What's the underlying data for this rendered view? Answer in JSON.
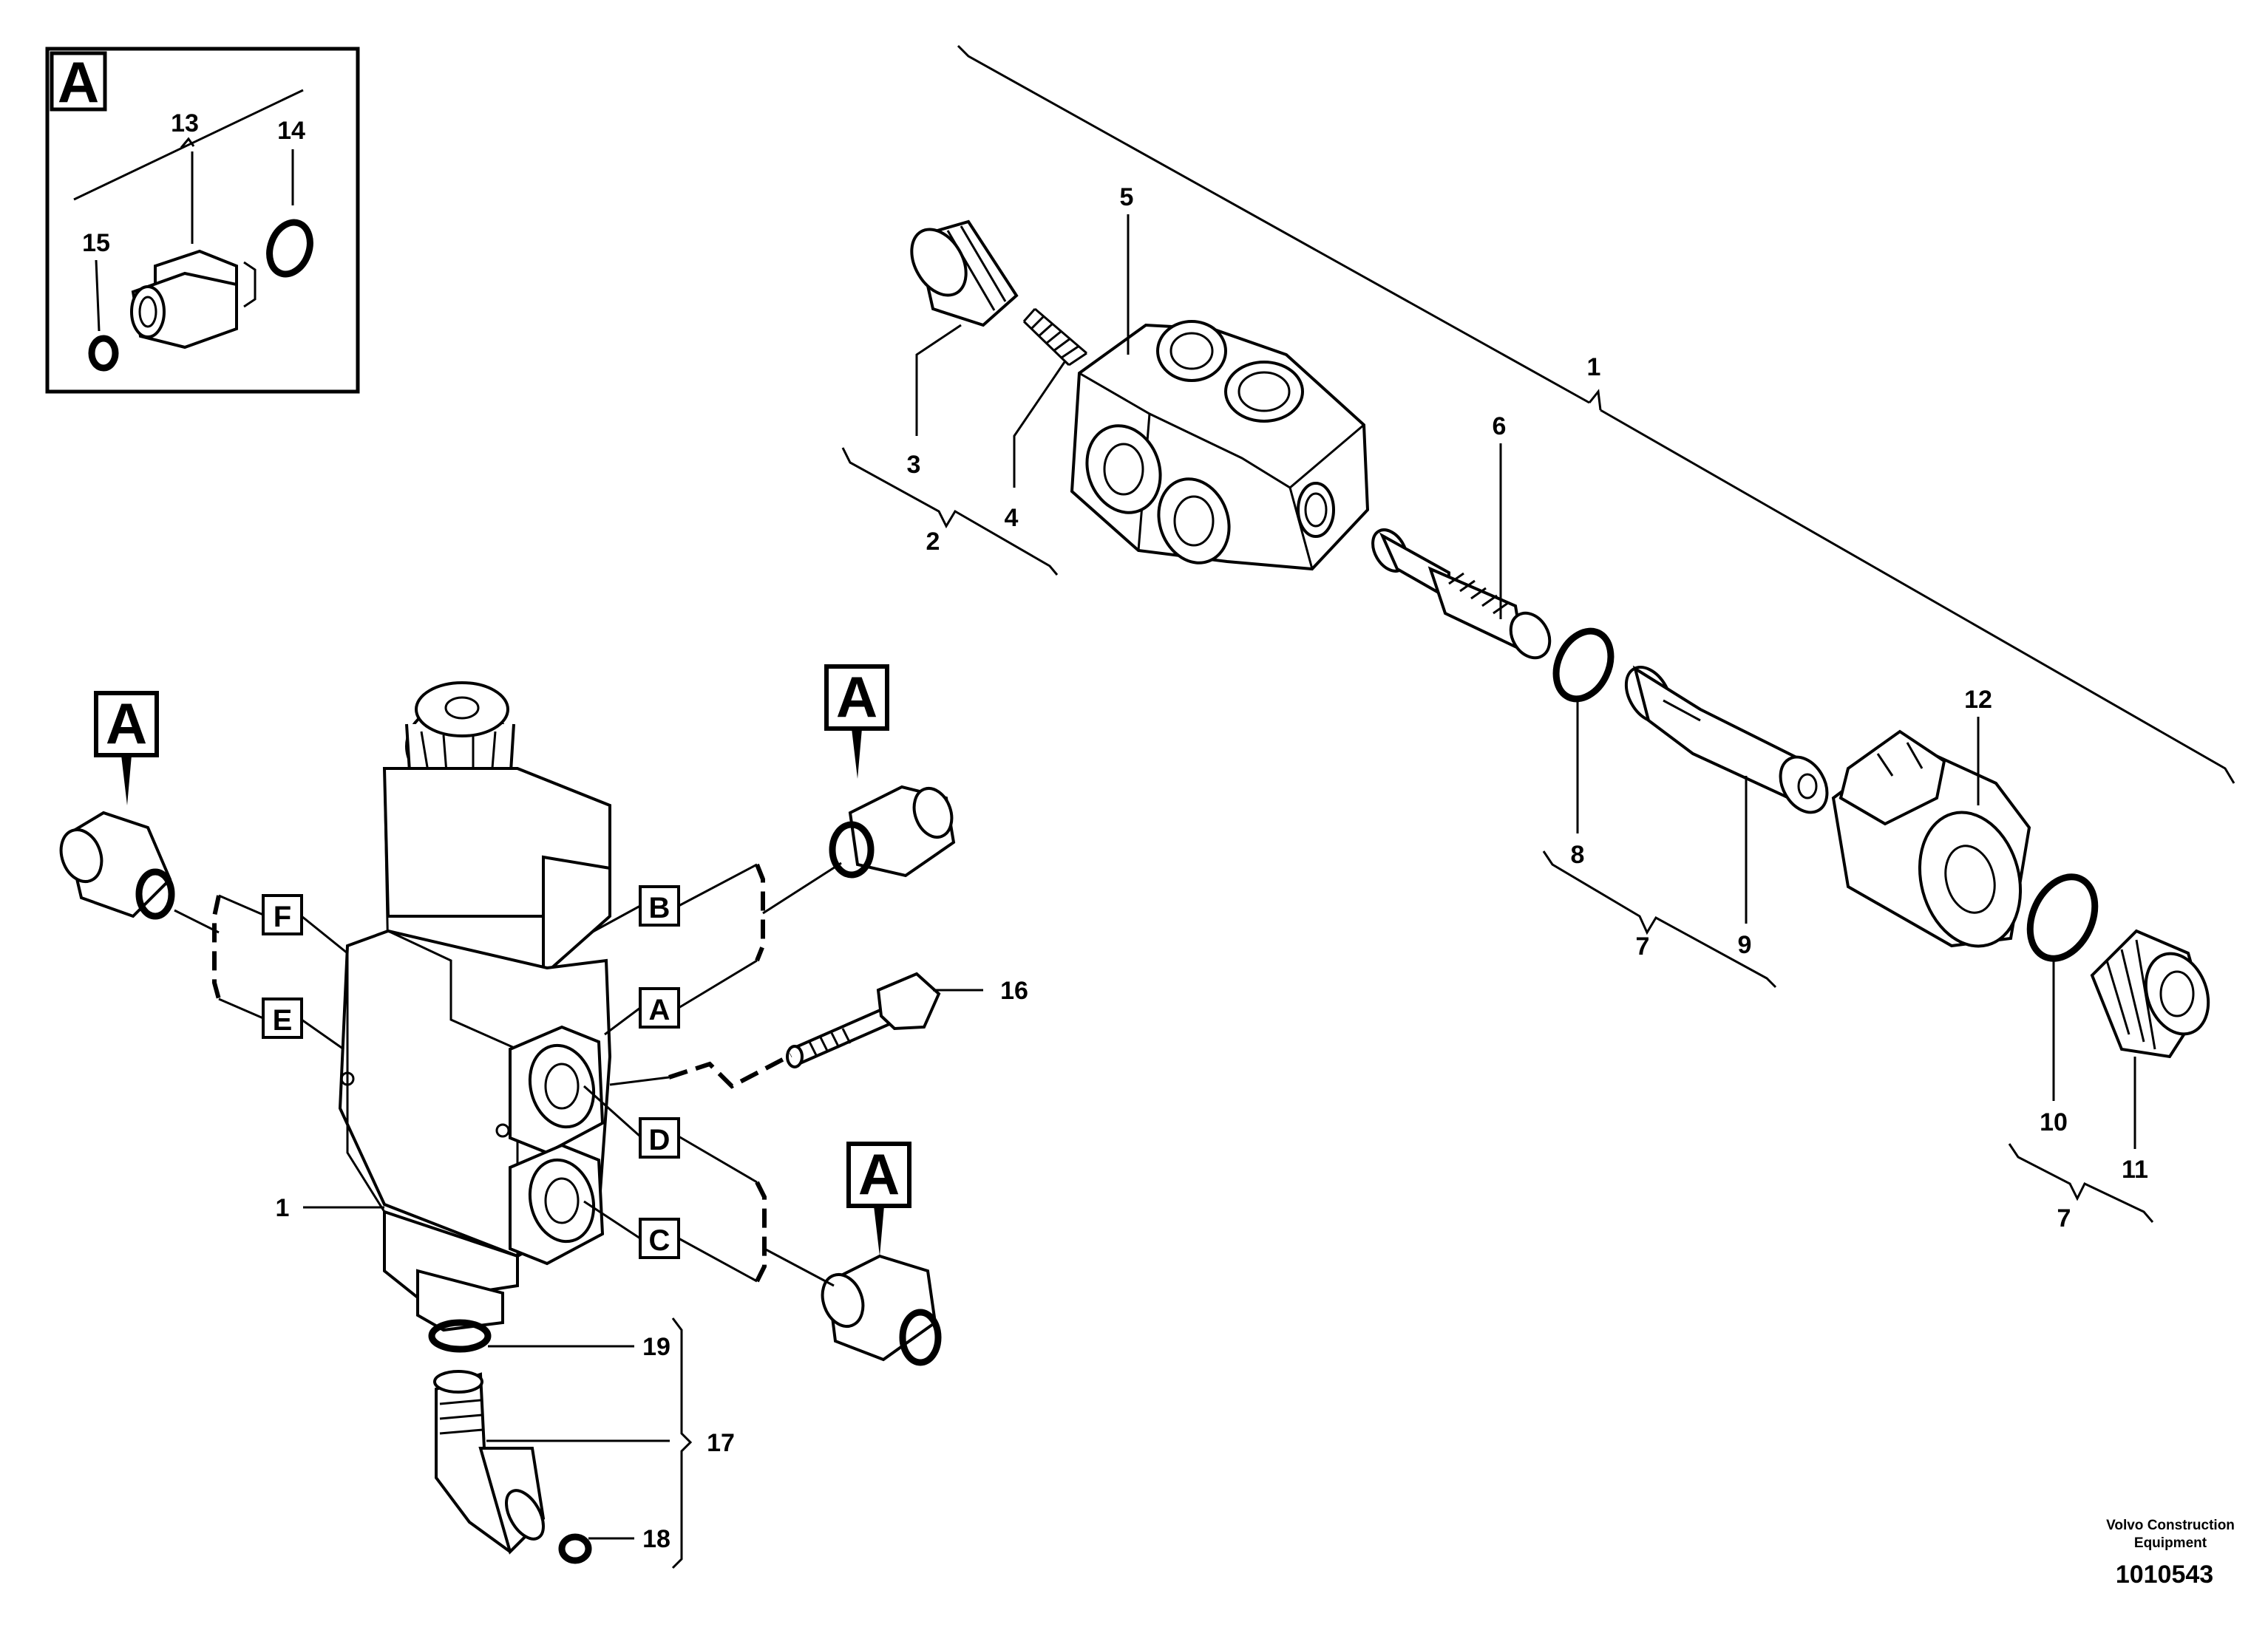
{
  "callouts": {
    "n1_top": "1",
    "n2": "2",
    "n3": "3",
    "n4": "4",
    "n5": "5",
    "n6": "6",
    "n7_mid": "7",
    "n7_right": "7",
    "n8": "8",
    "n9": "9",
    "n10": "10",
    "n11": "11",
    "n12": "12",
    "n13": "13",
    "n14": "14",
    "n15": "15",
    "n16": "16",
    "n17": "17",
    "n18": "18",
    "n19": "19",
    "n1_left": "1"
  },
  "ports": {
    "A": "A",
    "B": "B",
    "C": "C",
    "D": "D",
    "E": "E",
    "F": "F"
  },
  "detail_marker": "A",
  "footer": {
    "company_line1": "Volvo Construction",
    "company_line2": "Equipment",
    "drawing_number": "1010543"
  }
}
